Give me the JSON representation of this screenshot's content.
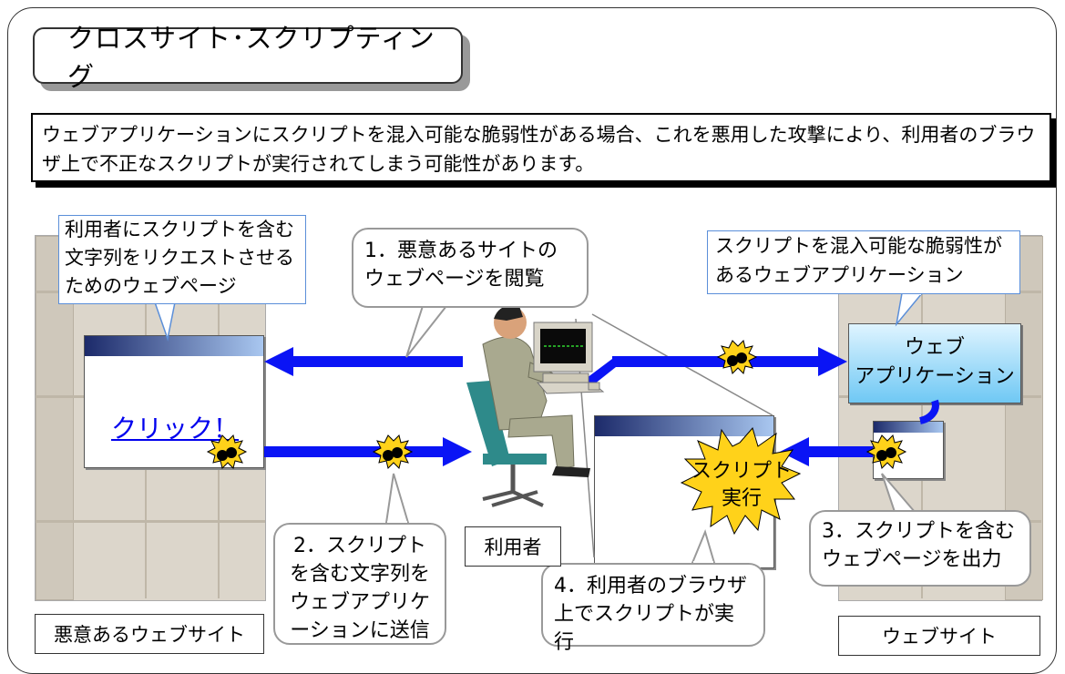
{
  "title": "クロスサイト･スクリプティング",
  "description": "ウェブアプリケーションにスクリプトを混入可能な脆弱性がある場合、これを悪用した攻撃により、利用者のブラウザ上で不正なスクリプトが実行されてしまう可能性があります。",
  "malicious_callout": "利用者にスクリプトを含む文字列をリクエストさせるためのウェブページ",
  "vulnerable_callout": "スクリプトを混入可能な脆弱性があるウェブアプリケーション",
  "step1": "1．悪意あるサイトのウェブページを閲覧",
  "step2": "2．スクリプトを含む文字列をウェブアプリケーションに送信",
  "step3": "3．スクリプトを含むウェブページを出力",
  "step4": "4．利用者のブラウザ上でスクリプトが実行",
  "click_link": "クリック！",
  "web_app_line1": "ウェブ",
  "web_app_line2": "アプリケーション",
  "script_exec_line1": "スクリプト",
  "script_exec_line2": "実行",
  "user_label": "利用者",
  "malicious_site_label": "悪意あるウェブサイト",
  "website_label": "ウェブサイト",
  "colors": {
    "arrow": "#0a14f5",
    "callout_border": "#5b8fd9",
    "burst": "#ffd21a"
  }
}
